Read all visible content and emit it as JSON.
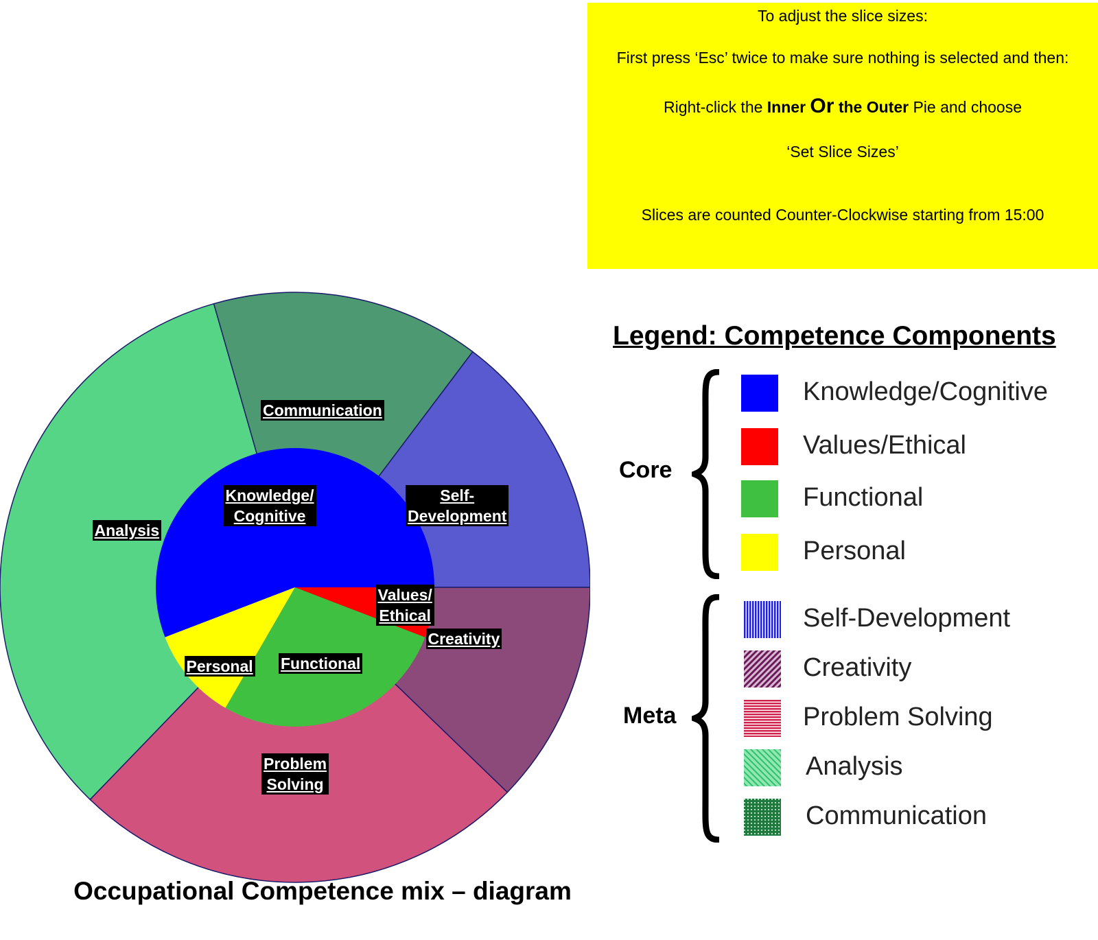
{
  "instructions": {
    "line1": "To adjust the slice sizes:",
    "line2": "First press ‘Esc’ twice to make sure nothing is selected and then:",
    "line3_pre": "Right-click the ",
    "line3_bold1": "Inner ",
    "line3_or": "Or",
    "line3_bold2": " the Outer",
    "line3_post": " Pie and choose",
    "line4": "‘Set Slice Sizes’",
    "line5": "Slices are counted Counter-Clockwise starting from 15:00",
    "background": "#ffff00"
  },
  "chart_data": {
    "type": "pie",
    "title": "Occupational Competence mix – diagram",
    "rings": [
      {
        "name": "Meta",
        "ring": "outer",
        "slices": [
          {
            "label": "Self-Development",
            "display": "Self-\nDevelopment",
            "start_deg": 0,
            "end_deg": 53,
            "color": "#5a5ad0"
          },
          {
            "label": "Communication",
            "display": "Communication",
            "start_deg": 53,
            "end_deg": 106,
            "color": "#4d9a72"
          },
          {
            "label": "Analysis",
            "display": "Analysis",
            "start_deg": 106,
            "end_deg": 226,
            "color": "#55d585"
          },
          {
            "label": "Problem Solving",
            "display": "Problem\nSolving",
            "start_deg": 226,
            "end_deg": 316,
            "color": "#d2527e"
          },
          {
            "label": "Creativity",
            "display": "Creativity",
            "start_deg": 316,
            "end_deg": 360,
            "color": "#8c4a7a"
          }
        ]
      },
      {
        "name": "Core",
        "ring": "inner",
        "slices": [
          {
            "label": "Knowledge/Cognitive",
            "display": "Knowledge/\nCognitive",
            "start_deg": 0,
            "end_deg": 201,
            "color": "#0000ff"
          },
          {
            "label": "Personal",
            "display": "Personal",
            "start_deg": 201,
            "end_deg": 240,
            "color": "#ffff00"
          },
          {
            "label": "Functional",
            "display": "Functional",
            "start_deg": 240,
            "end_deg": 339,
            "color": "#40c040"
          },
          {
            "label": "Values/Ethical",
            "display": "Values/\nEthical",
            "start_deg": 339,
            "end_deg": 360,
            "color": "#ff0000"
          }
        ]
      }
    ]
  },
  "legend": {
    "title": "Legend: Competence Components",
    "groups": [
      {
        "name": "Core",
        "items": [
          {
            "label": "Knowledge/Cognitive",
            "color": "#0000ff",
            "pattern": "solid"
          },
          {
            "label": "Values/Ethical",
            "color": "#ff0000",
            "pattern": "solid"
          },
          {
            "label": "Functional",
            "color": "#40c040",
            "pattern": "solid"
          },
          {
            "label": "Personal",
            "color": "#ffff00",
            "pattern": "solid"
          }
        ]
      },
      {
        "name": "Meta",
        "items": [
          {
            "label": "Self-Development",
            "color": "#2020d0",
            "pattern": "vertical-lines"
          },
          {
            "label": "Creativity",
            "color": "#7a2a6a",
            "pattern": "diagonal-lines"
          },
          {
            "label": "Problem Solving",
            "color": "#d0204a",
            "pattern": "horizontal-lines"
          },
          {
            "label": "Analysis",
            "color": "#30c070",
            "pattern": "diagonal-lines-light"
          },
          {
            "label": "Communication",
            "color": "#207a40",
            "pattern": "grid"
          }
        ]
      }
    ]
  }
}
